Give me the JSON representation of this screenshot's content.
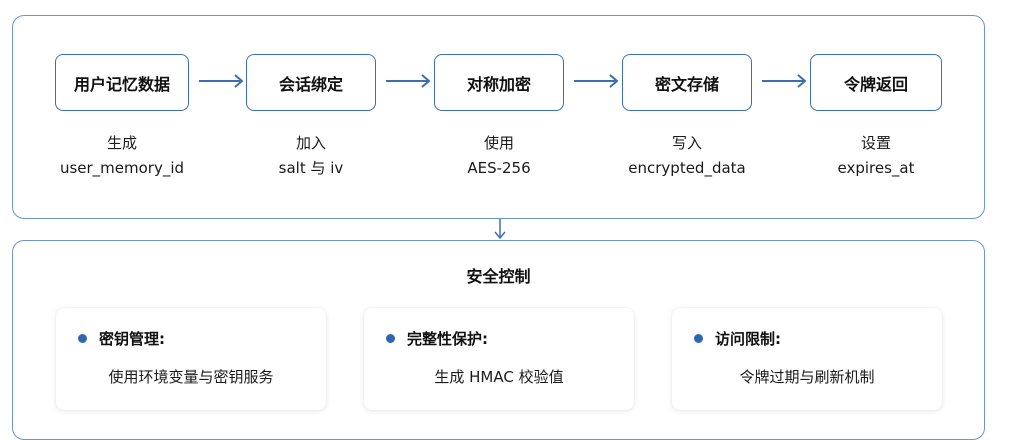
{
  "flow": {
    "steps": [
      {
        "label": "用户记忆数据",
        "caption_line1": "生成",
        "caption_line2": "user_memory_id"
      },
      {
        "label": "会话绑定",
        "caption_line1": "加入",
        "caption_line2": "salt 与 iv"
      },
      {
        "label": "对称加密",
        "caption_line1": "使用",
        "caption_line2": "AES-256"
      },
      {
        "label": "密文存储",
        "caption_line1": "写入",
        "caption_line2": "encrypted_data"
      },
      {
        "label": "令牌返回",
        "caption_line1": "设置",
        "caption_line2": "expires_at"
      }
    ]
  },
  "security": {
    "title": "安全控制",
    "cards": [
      {
        "title": "密钥管理:",
        "desc": "使用环境变量与密钥服务"
      },
      {
        "title": "完整性保护:",
        "desc": "生成 HMAC 校验值"
      },
      {
        "title": "访问限制:",
        "desc": "令牌过期与刷新机制"
      }
    ]
  },
  "colors": {
    "border": "#6f95c9",
    "box_border": "#3d6fae",
    "arrow": "#3d6fae",
    "bullet": "#2f64b3"
  }
}
